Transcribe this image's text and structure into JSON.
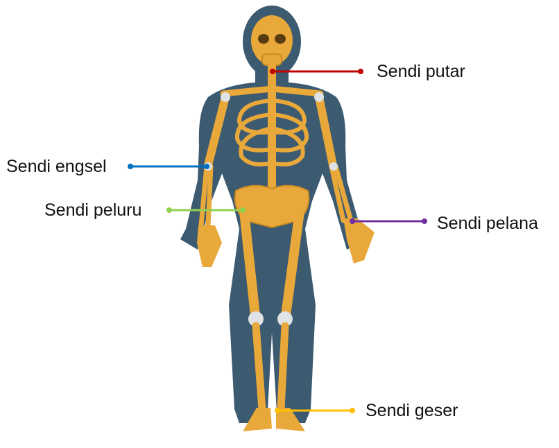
{
  "labels": {
    "putar": {
      "text": "Sendi putar",
      "color": "#c00000"
    },
    "engsel": {
      "text": "Sendi engsel",
      "color": "#0070c0"
    },
    "peluru": {
      "text": "Sendi peluru",
      "color": "#92d050"
    },
    "pelana": {
      "text": "Sendi pelana",
      "color": "#7030a0"
    },
    "geser": {
      "text": "Sendi geser",
      "color": "#ffc000"
    }
  },
  "colors": {
    "silhouette": "#3c5a70",
    "bone": "#e9a83a",
    "bone_shade": "#c98a24",
    "cartilage": "#dfe3e6"
  }
}
